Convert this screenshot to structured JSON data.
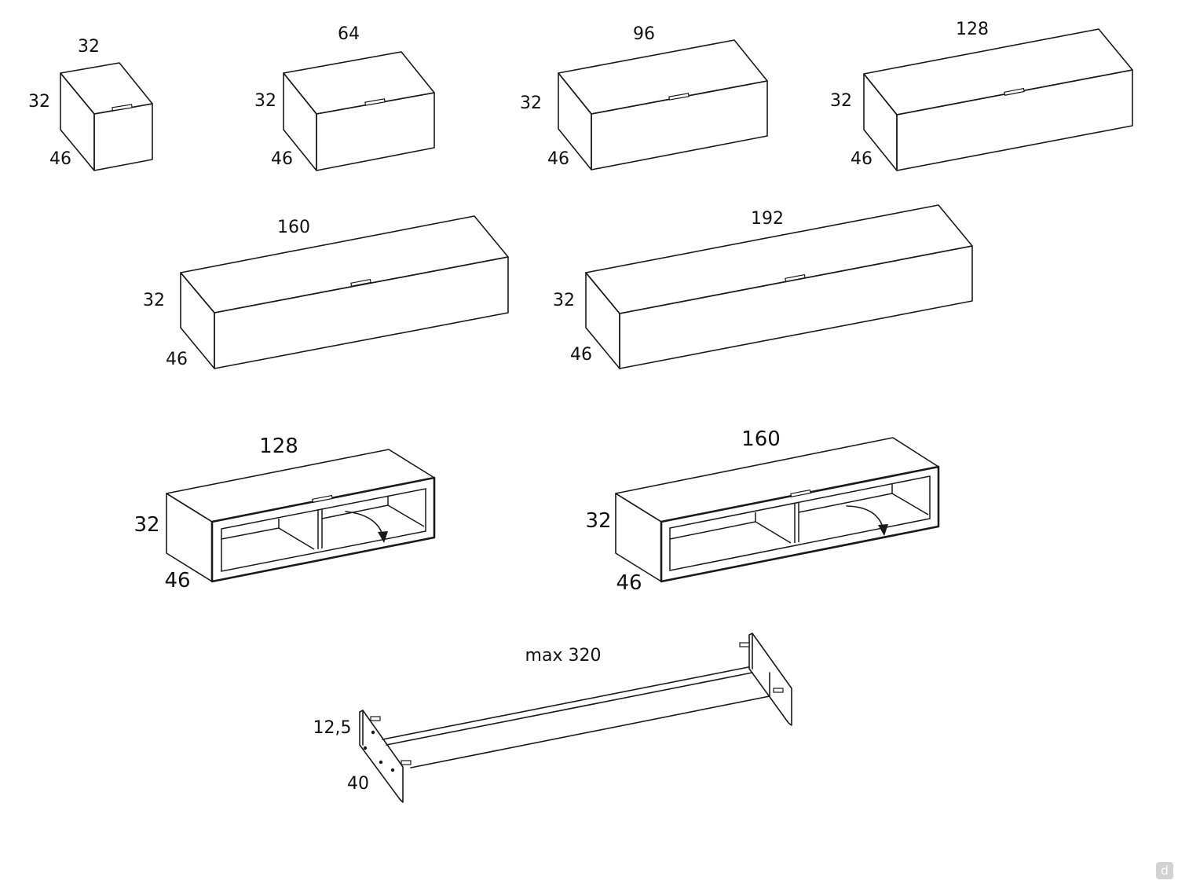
{
  "modules": [
    {
      "name": "box-32",
      "width": "32",
      "height": "32",
      "depth": "46"
    },
    {
      "name": "box-64",
      "width": "64",
      "height": "32",
      "depth": "46"
    },
    {
      "name": "box-96",
      "width": "96",
      "height": "32",
      "depth": "46"
    },
    {
      "name": "box-128",
      "width": "128",
      "height": "32",
      "depth": "46"
    },
    {
      "name": "box-160",
      "width": "160",
      "height": "32",
      "depth": "46"
    },
    {
      "name": "box-192",
      "width": "192",
      "height": "32",
      "depth": "46"
    },
    {
      "name": "open-128",
      "width": "128",
      "height": "32",
      "depth": "46"
    },
    {
      "name": "open-160",
      "width": "160",
      "height": "32",
      "depth": "46"
    }
  ],
  "support": {
    "length": "max 320",
    "height": "12,5",
    "depth": "40"
  },
  "watermark_letter": "d",
  "colors": {
    "line": "#1a1a1a",
    "background": "#ffffff",
    "watermark": "#d2d2d2"
  }
}
